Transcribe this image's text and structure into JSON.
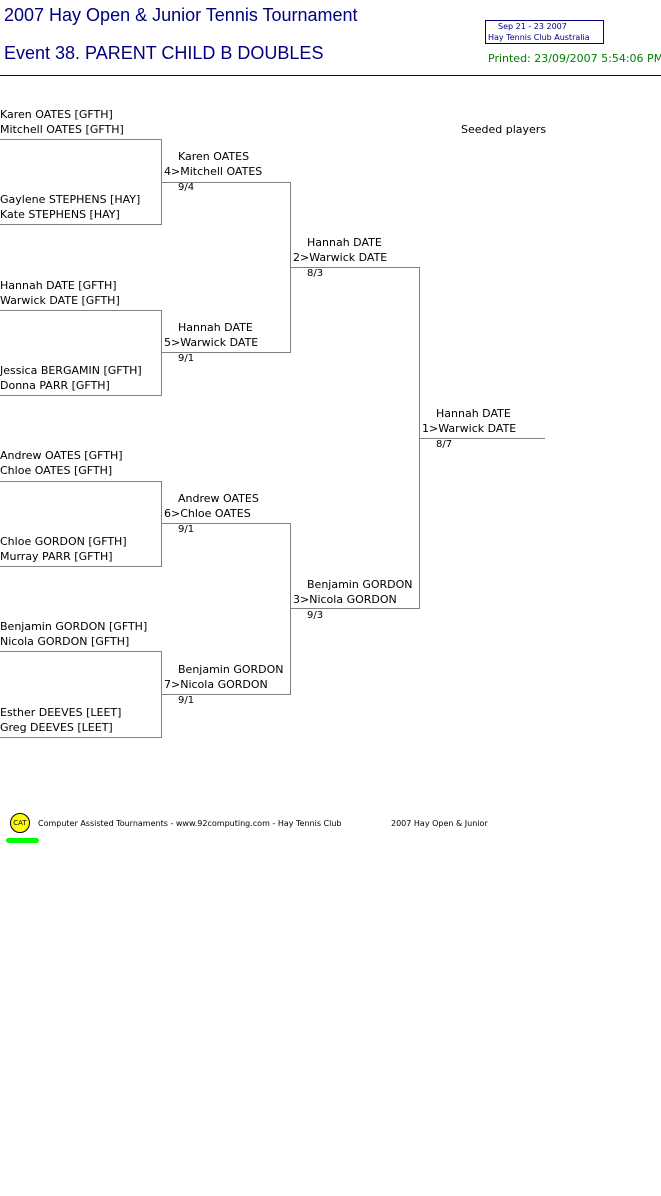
{
  "header": {
    "title": "2007 Hay Open & Junior Tennis Tournament",
    "event": "Event 38. PARENT CHILD B DOUBLES",
    "info_line1": "Sep 21 - 23 2007",
    "info_line2": "Hay Tennis Club    Australia",
    "printed": "Printed: 23/09/2007 5:54:06 PM"
  },
  "seeded_label": "Seeded players",
  "round1": [
    {
      "p1": "Karen OATES [GFTH]",
      "p2": "Mitchell OATES [GFTH]"
    },
    {
      "p1": "Gaylene STEPHENS [HAY]",
      "p2": "Kate STEPHENS [HAY]"
    },
    {
      "p1": "Hannah DATE [GFTH]",
      "p2": "Warwick DATE [GFTH]"
    },
    {
      "p1": "Jessica BERGAMIN [GFTH]",
      "p2": "Donna PARR [GFTH]"
    },
    {
      "p1": "Andrew OATES [GFTH]",
      "p2": "Chloe OATES [GFTH]"
    },
    {
      "p1": "Chloe GORDON [GFTH]",
      "p2": "Murray PARR [GFTH]"
    },
    {
      "p1": "Benjamin GORDON [GFTH]",
      "p2": "Nicola GORDON [GFTH]"
    },
    {
      "p1": "Esther DEEVES [LEET]",
      "p2": "Greg DEEVES [LEET]"
    }
  ],
  "round2": [
    {
      "p1": "Karen OATES",
      "p2": "4>Mitchell OATES",
      "score": "9/4"
    },
    {
      "p1": "Hannah DATE",
      "p2": "5>Warwick DATE",
      "score": "9/1"
    },
    {
      "p1": "Andrew OATES",
      "p2": "6>Chloe OATES",
      "score": "9/1"
    },
    {
      "p1": "Benjamin GORDON",
      "p2": "7>Nicola GORDON",
      "score": "9/1"
    }
  ],
  "round3": [
    {
      "p1": "Hannah DATE",
      "p2": "2>Warwick DATE",
      "score": "8/3"
    },
    {
      "p1": "Benjamin GORDON",
      "p2": "3>Nicola GORDON",
      "score": "9/3"
    }
  ],
  "final": {
    "p1": "Hannah DATE",
    "p2": "1>Warwick DATE",
    "score": "8/7"
  },
  "footer": {
    "logo": "CAT",
    "text1": "Computer Assisted Tournaments - www.92computing.com -  Hay Tennis Club",
    "text2": "2007 Hay Open & Junior"
  }
}
